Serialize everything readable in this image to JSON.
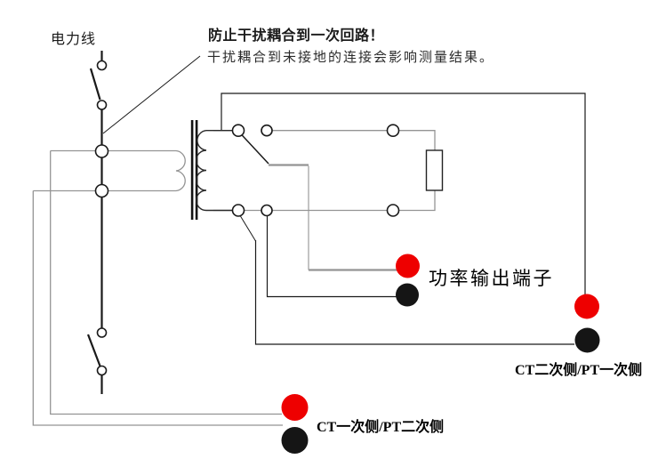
{
  "labels": {
    "power_line": "电力线",
    "warning_title": "防止干扰耦合到一次回路！",
    "warning_subtitle": "干扰耦合到未接地的连接会影响测量结果。",
    "power_output": "功率输出端子",
    "ct_secondary": "CT二次侧/PT一次侧",
    "ct_primary": "CT一次侧/PT二次侧"
  },
  "colors": {
    "red_terminal": "#ee0000",
    "black_terminal": "#151515",
    "wire_gray": "#949494",
    "wire_black": "#1a1a1a",
    "background": "#ffffff"
  },
  "terminals": [
    {
      "name": "power-output-red",
      "color_key": "red_terminal",
      "group": "功率输出端子"
    },
    {
      "name": "power-output-black",
      "color_key": "black_terminal",
      "group": "功率输出端子"
    },
    {
      "name": "ct-secondary-red",
      "color_key": "red_terminal",
      "group": "CT二次侧/PT一次侧"
    },
    {
      "name": "ct-secondary-black",
      "color_key": "black_terminal",
      "group": "CT二次侧/PT一次侧"
    },
    {
      "name": "ct-primary-red",
      "color_key": "red_terminal",
      "group": "CT一次侧/PT二次侧"
    },
    {
      "name": "ct-primary-black",
      "color_key": "black_terminal",
      "group": "CT一次侧/PT二次侧"
    }
  ]
}
